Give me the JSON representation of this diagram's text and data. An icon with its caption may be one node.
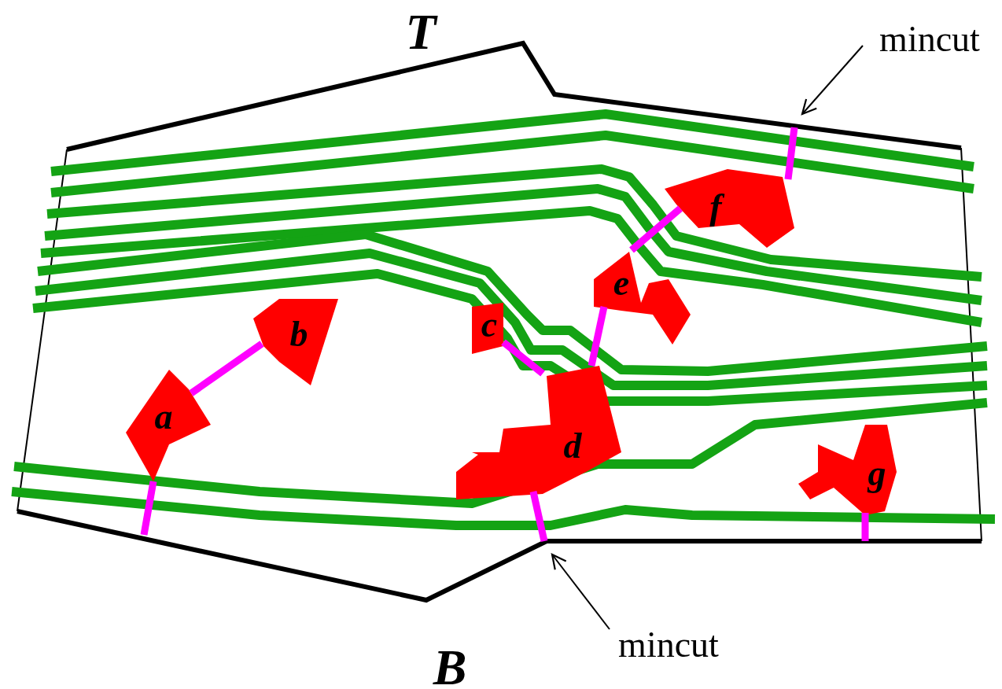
{
  "diagram": {
    "nodes": [
      {
        "text": [
          "a"
        ]
      },
      {
        "text": [
          "b"
        ]
      },
      {
        "text": [
          "c"
        ]
      },
      {
        "text": [
          "d"
        ]
      },
      {
        "text": [
          "e"
        ]
      },
      {
        "text": [
          "f"
        ]
      },
      {
        "text": [
          "g"
        ]
      },
      {
        "text": [
          "mincut"
        ]
      },
      {
        "text": [
          "mincut"
        ]
      }
    ],
    "edges": [
      {
        "from": 0,
        "to": 1,
        "arrow": "none"
      },
      {
        "from": 2,
        "to": 3,
        "arrow": "none"
      },
      {
        "from": 3,
        "to": 4,
        "arrow": "none"
      },
      {
        "from": 4,
        "to": 5,
        "arrow": "none"
      },
      {
        "from": 0,
        "to": null,
        "arrow": "none"
      },
      {
        "from": 3,
        "to": null,
        "arrow": "none"
      },
      {
        "from": 6,
        "to": null,
        "arrow": "none"
      },
      {
        "from": 5,
        "to": null,
        "arrow": "none"
      },
      {
        "from": 7,
        "to": null,
        "arrow": "to",
        "color": "#000000"
      },
      {
        "from": 8,
        "to": null,
        "arrow": "to",
        "color": "#000000"
      }
    ],
    "labels": [
      "T",
      "B"
    ]
  }
}
